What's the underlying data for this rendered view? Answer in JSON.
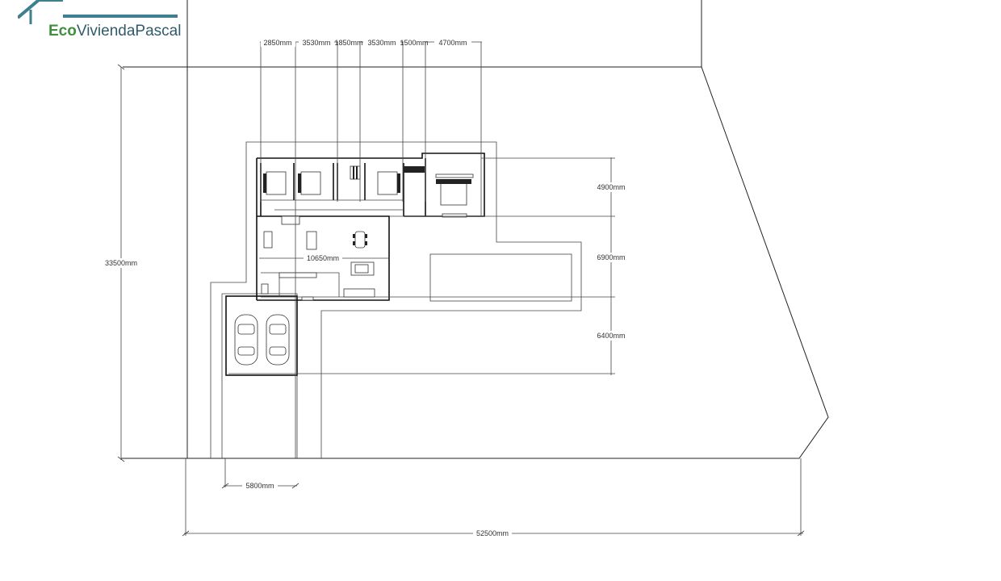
{
  "logo": {
    "brand_prefix": "Eco",
    "brand_name": "ViviendaPascal",
    "colors": {
      "roof": "#3f7f8f",
      "prefix": "#3f8f3f",
      "name": "#2f5b6b"
    }
  },
  "dimensions": {
    "top": [
      "2850mm",
      "3530mm",
      "1850mm",
      "3530mm",
      "1500mm",
      "4700mm"
    ],
    "right": [
      "4900mm",
      "6900mm",
      "6400mm"
    ],
    "left_total": "33500mm",
    "interior": "10650mm",
    "garage_width": "5800mm",
    "bottom_total": "52500mm"
  }
}
